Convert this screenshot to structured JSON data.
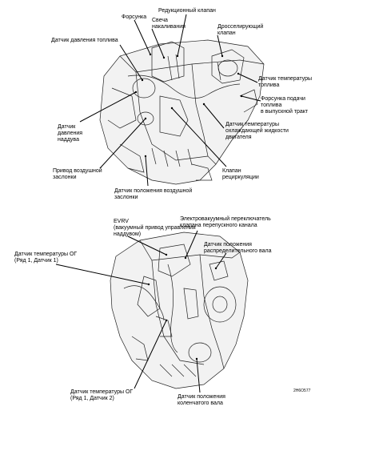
{
  "diagram1": {
    "labels": {
      "forsunka": "Форсунка",
      "svecha": "Свеча\nнакаливания",
      "reduction_valve": "Редукционный клапан",
      "throttle_valve": "Дросселирующий\nклапан",
      "fuel_pressure_sensor": "Датчик давления топлива",
      "fuel_temp_sensor": "Датчик температуры\nтоплива",
      "exhaust_injector": "Форсунка подачи\nтоплива\nв выпускной тракт",
      "boost_pressure_sensor": "Датчик\nдавления\nнаддува",
      "coolant_temp_sensor": "Датчик температуры\nохлаждающей жидкости\nдвигателя",
      "air_flap_drive": "Привод воздушной\nзаслонки",
      "egr_valve": "Клапан\nрециркуляции",
      "air_flap_position_sensor": "Датчик положения воздушной\nзаслонки"
    }
  },
  "diagram2": {
    "labels": {
      "evrv": "EVRV\n(вакуумный привод управления\nнаддувом)",
      "bypass_switch": "Электровакуумный переключатель\nклапана перепускного канала",
      "eg_temp_sensor_1": "Датчик температуры ОГ\n(Ряд 1, Датчик 1)",
      "camshaft_sensor": "Датчик положения\nраспределительного вала",
      "eg_temp_sensor_2": "Датчик температуры ОГ\n(Ряд 1, Датчик 2)",
      "crankshaft_sensor": "Датчик положения\nколенчатого вала",
      "figure_code": "2H6O577"
    }
  }
}
